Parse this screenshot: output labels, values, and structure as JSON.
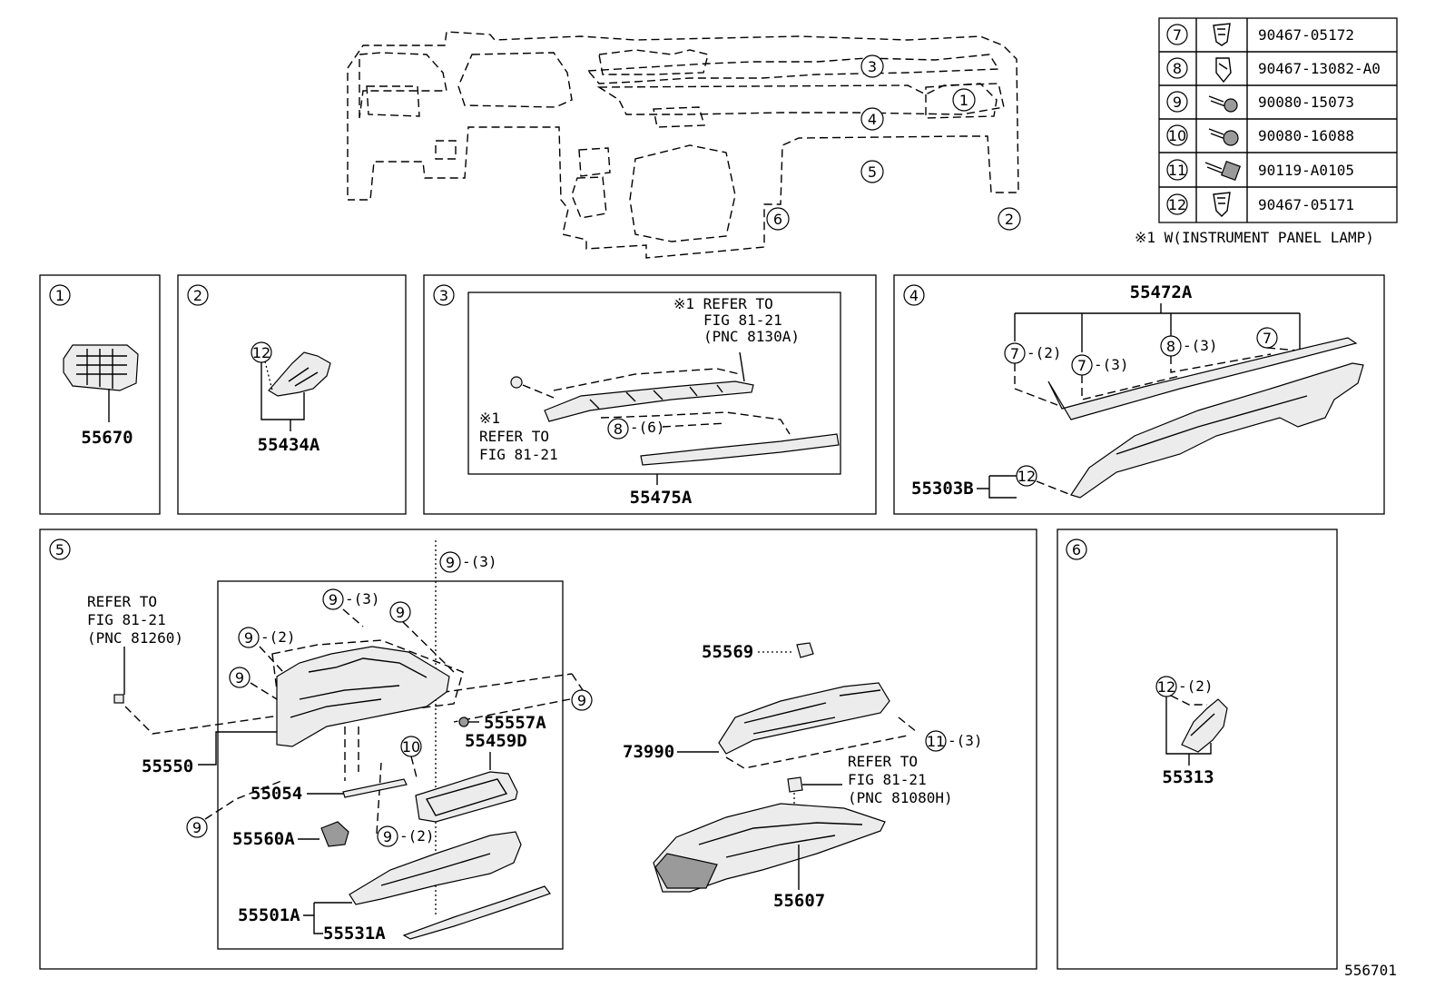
{
  "legend": [
    {
      "ref": "7",
      "part": "90467-05172"
    },
    {
      "ref": "8",
      "part": "90467-13082-A0"
    },
    {
      "ref": "9",
      "part": "90080-15073"
    },
    {
      "ref": "10",
      "part": "90080-16088"
    },
    {
      "ref": "11",
      "part": "90119-A0105"
    },
    {
      "ref": "12",
      "part": "90467-05171"
    }
  ],
  "legend_note": "※1 W(INSTRUMENT PANEL LAMP)",
  "overview": {
    "callouts": [
      "1",
      "2",
      "3",
      "4",
      "5",
      "6"
    ]
  },
  "panel1": {
    "num": "1",
    "part": "55670"
  },
  "panel2": {
    "num": "2",
    "part": "55434A",
    "callout": "12"
  },
  "panel3": {
    "num": "3",
    "refer_top": [
      "※1 REFER TO",
      "FIG 81-21",
      "(PNC 8130A)"
    ],
    "refer_left": [
      "※1",
      "REFER TO",
      "FIG 81-21"
    ],
    "callout": "8",
    "qty": "-(6)",
    "part": "55475A"
  },
  "panel4": {
    "num": "4",
    "part_top": "55472A",
    "c1": "7",
    "q1": "-(2)",
    "c2": "7",
    "q2": "-(3)",
    "c3": "8",
    "q3": "-(3)",
    "c4": "7",
    "part_bottom": "55303B",
    "c5": "12"
  },
  "panel5": {
    "num": "5",
    "refer_left": [
      "REFER TO",
      "FIG 81-21",
      "(PNC 81260)"
    ],
    "refer_right": [
      "REFER TO",
      "FIG 81-21",
      "(PNC 81080H)"
    ],
    "c9": "9",
    "q3": "-(3)",
    "q2": "-(2)",
    "c10": "10",
    "c11": "11",
    "parts": {
      "p55550": "55550",
      "p55054": "55054",
      "p55560A": "55560A",
      "p55557A": "55557A",
      "p55459D": "55459D",
      "p55501A": "55501A",
      "p55531A": "55531A",
      "p55569": "55569",
      "p73990": "73990",
      "p55607": "55607"
    }
  },
  "panel6": {
    "num": "6",
    "callout": "12",
    "qty": "-(2)",
    "part": "55313"
  },
  "figure_id": "556701"
}
